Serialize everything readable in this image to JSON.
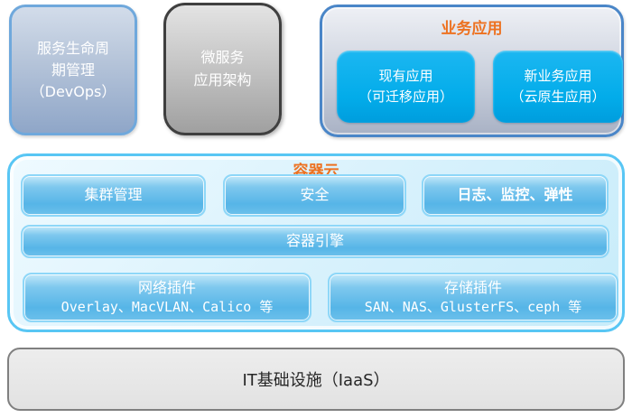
{
  "palette": {
    "title_orange": "#ED7221",
    "cyan_box": "#00AEEF",
    "cloud_border_blue": "#58C6F4",
    "devops_border_blue": "#6FA8DC",
    "business_border_blue": "#4A86C8"
  },
  "top_row": {
    "devops": {
      "line1": "服务生命周",
      "line2": "期管理",
      "line3": "（DevOps）"
    },
    "microservice": {
      "line1": "微服务",
      "line2": "应用架构"
    },
    "business": {
      "title": "业务应用",
      "existing": {
        "line1": "现有应用",
        "line2": "（可迁移应用）"
      },
      "new_app": {
        "line1": "新业务应用",
        "line2": "（云原生应用）"
      }
    }
  },
  "container_cloud": {
    "title": "容器云",
    "cluster": "集群管理",
    "security": "安全",
    "monitoring": "日志、监控、弹性",
    "engine": "容器引擎",
    "network": {
      "line1": "网络插件",
      "line2": "Overlay、MacVLAN、Calico 等"
    },
    "storage": {
      "line1": "存储插件",
      "line2": "SAN、NAS、GlusterFS、ceph 等"
    }
  },
  "infrastructure": {
    "label": "IT基础设施（IaaS）"
  }
}
